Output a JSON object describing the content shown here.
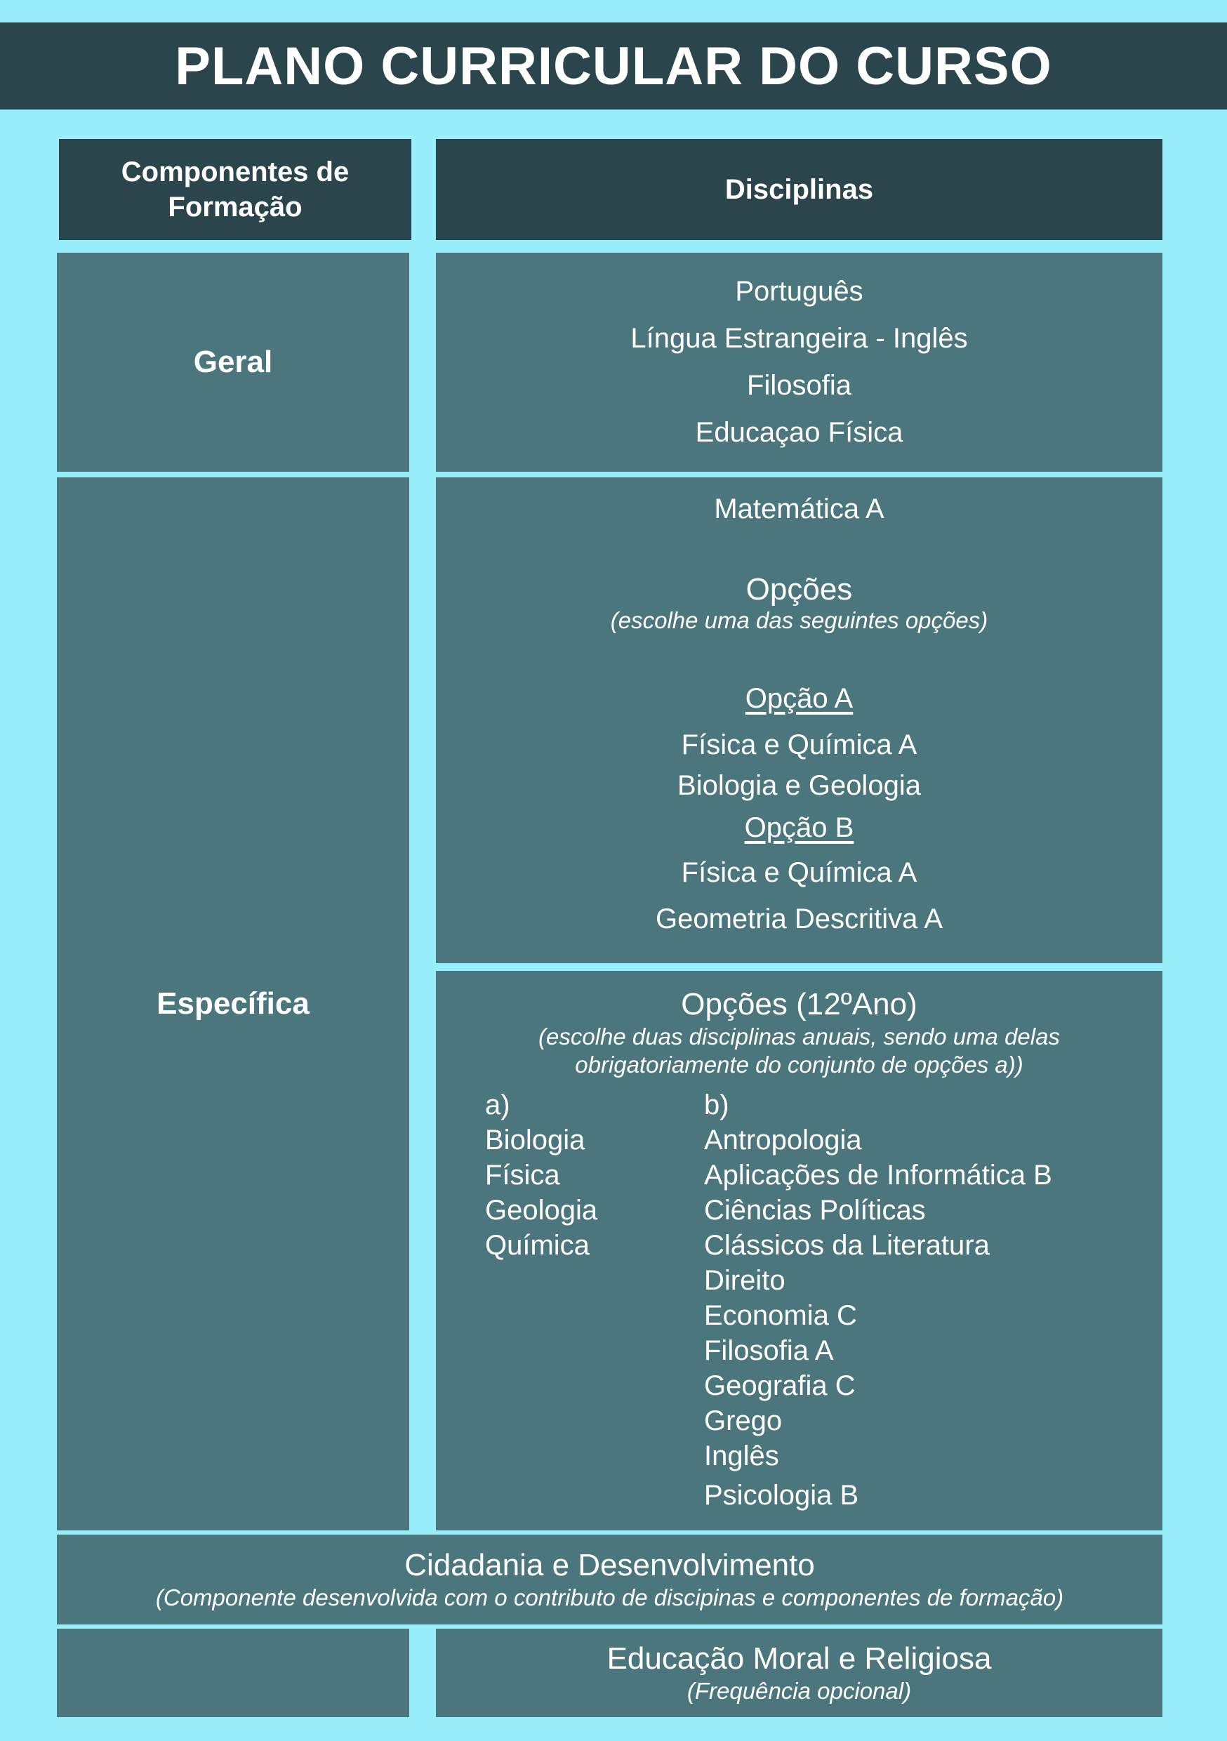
{
  "title": "PLANO CURRICULAR DO CURSO",
  "headers": {
    "components": "Componentes de Formação",
    "disciplines": "Disciplinas"
  },
  "geral": {
    "label": "Geral",
    "items": [
      "Português",
      "Língua Estrangeira - Inglês",
      "Filosofia",
      "Educaçao Física"
    ]
  },
  "especifica": {
    "label": "Específica",
    "mandatory": "Matemática A",
    "options_title": "Opções",
    "options_note": "(escolhe uma das seguintes opções)",
    "option_a": {
      "label": "Opção A",
      "items": [
        "Física e Química A",
        "Biologia e Geologia"
      ]
    },
    "option_b": {
      "label": "Opção B",
      "items": [
        "Física e Química A",
        "Geometria Descritiva A"
      ]
    },
    "options12": {
      "title": "Opções (12ºAno)",
      "note_line1": "(escolhe duas disciplinas anuais, sendo uma delas",
      "note_line2": "obrigatoriamente do conjunto de opções a))",
      "col_a_label": "a)",
      "col_a": [
        "Biologia",
        "Física",
        "Geologia",
        "Química"
      ],
      "col_b_label": "b)",
      "col_b": [
        "Antropologia",
        "Aplicações de Informática B",
        "Ciências Políticas",
        "Clássicos da Literatura",
        "Direito",
        "Economia C",
        "Filosofia A",
        "Geografia C",
        "Grego",
        "Inglês",
        "Psicologia B"
      ]
    }
  },
  "cidadania": {
    "title": "Cidadania e Desenvolvimento",
    "note": "(Componente desenvolvida com o contributo de discipinas e componentes de formação)"
  },
  "emr": {
    "title": "Educação Moral e Religiosa",
    "note": "(Frequência opcional)"
  }
}
